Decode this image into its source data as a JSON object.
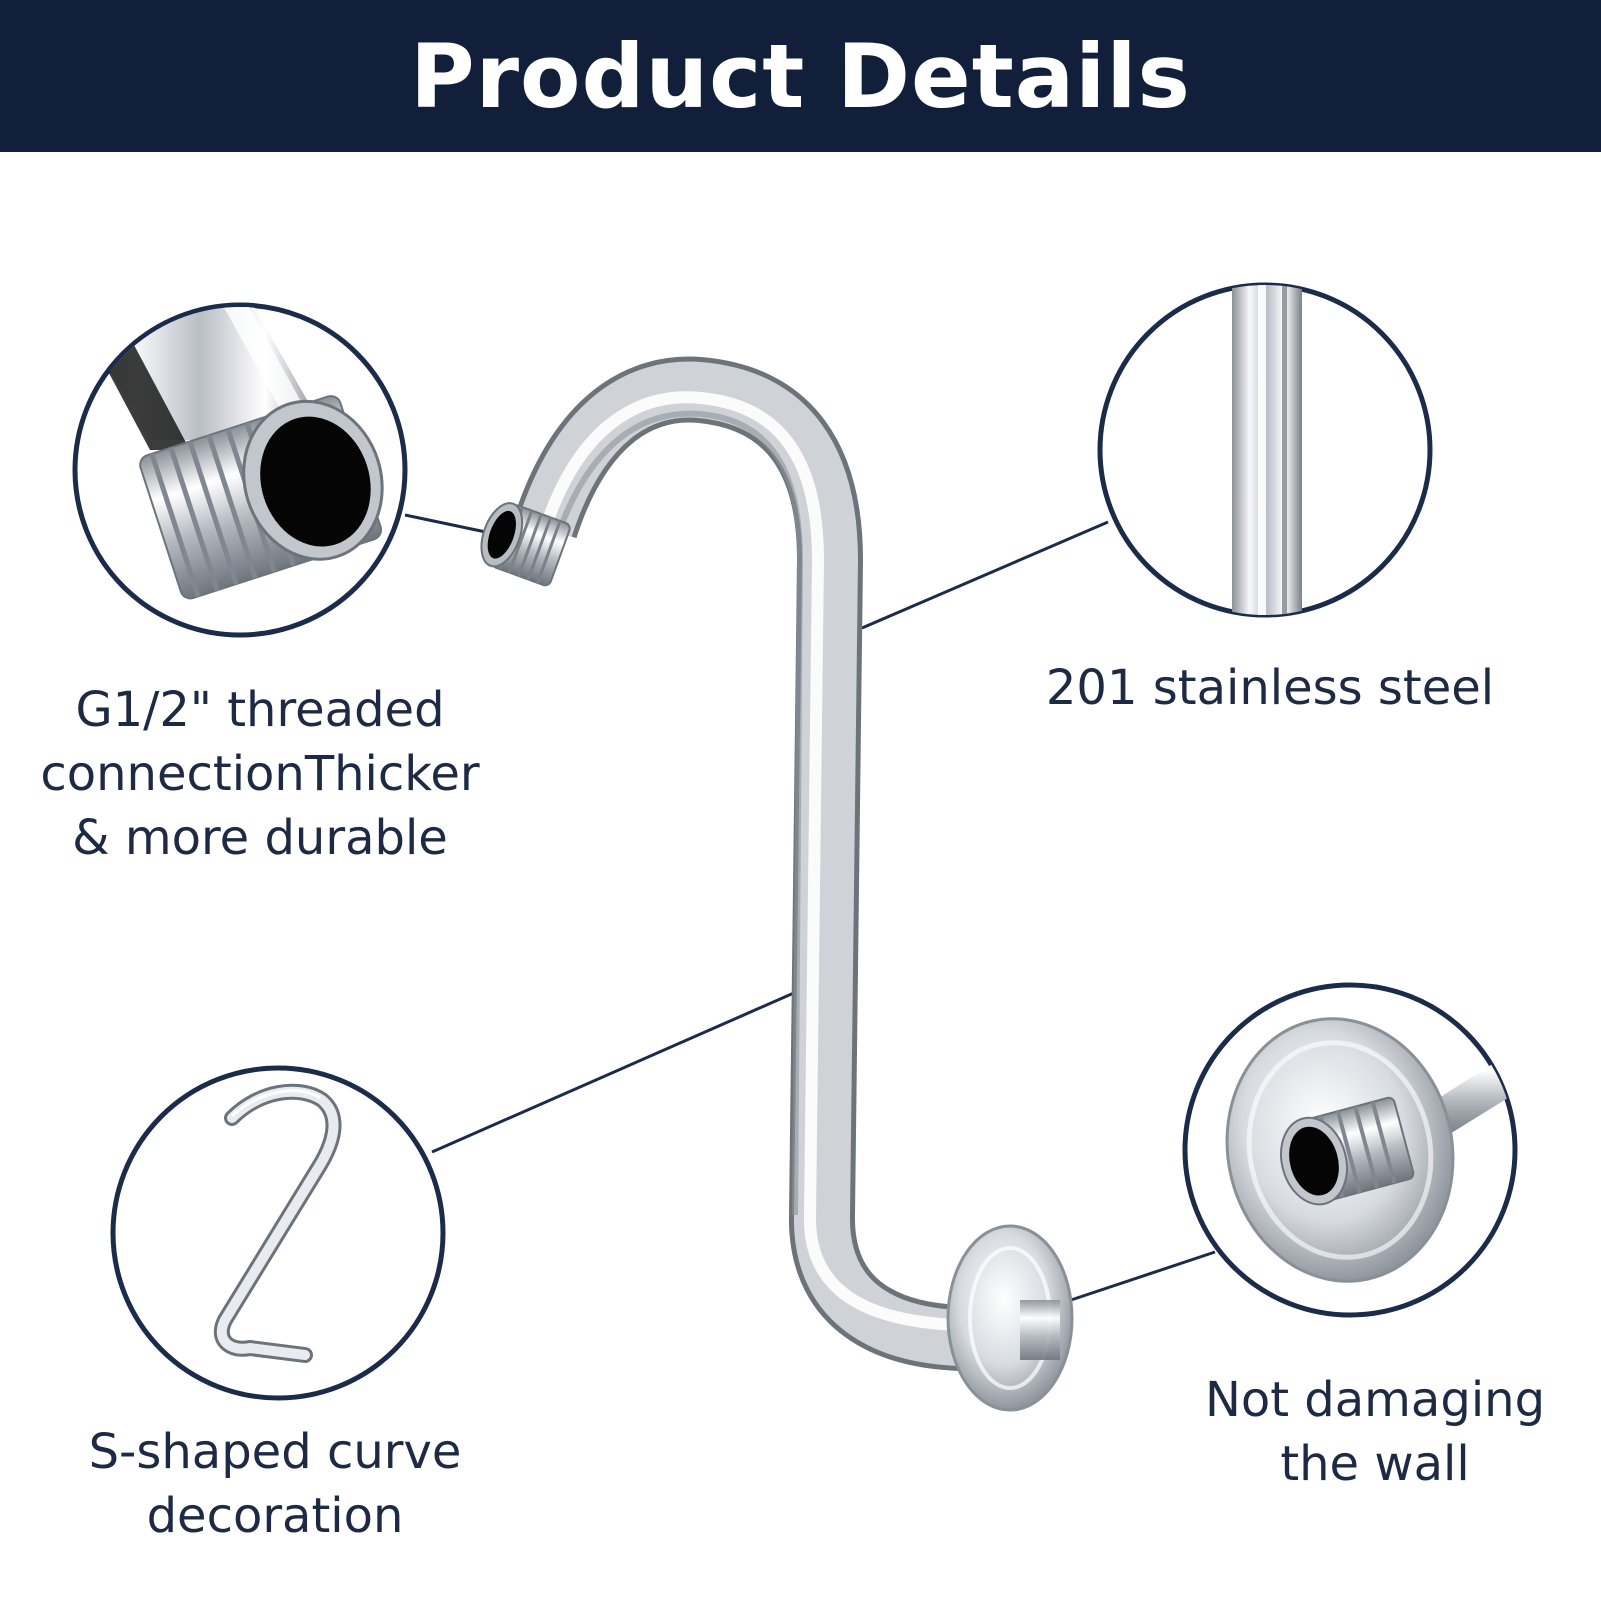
{
  "header": {
    "title": "Product Details"
  },
  "callouts": {
    "thread": {
      "lines": [
        "G1/2\" threaded",
        "connectionThicker",
        "& more durable"
      ]
    },
    "steel": {
      "lines": [
        "201 stainless steel"
      ]
    },
    "s_curve": {
      "lines": [
        "S-shaped curve",
        "decoration"
      ]
    },
    "wall": {
      "lines": [
        "Not damaging",
        "the wall"
      ]
    }
  },
  "colors": {
    "header_bg": "#121f3b",
    "header_text": "#ffffff",
    "text": "#1e2a44",
    "circle_stroke": "#1c2b4a",
    "chrome_light": "#f4f6f9",
    "chrome_dark": "#7c838d"
  },
  "icons": {
    "main": "s-shaped-shower-arm",
    "detail_1": "threaded-end",
    "detail_2": "steel-tube",
    "detail_3": "s-curve",
    "detail_4": "wall-flange"
  }
}
